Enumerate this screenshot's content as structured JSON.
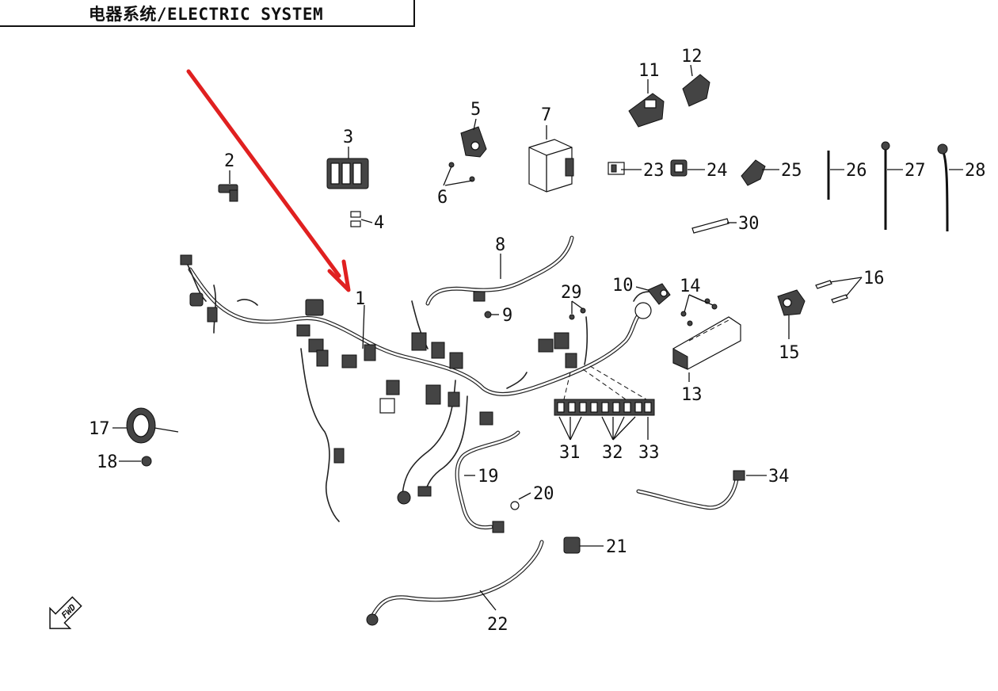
{
  "header": {
    "title": "电器系统/ELECTRIC SYSTEM"
  },
  "callouts": {
    "c1": "1",
    "c2": "2",
    "c3": "3",
    "c4": "4",
    "c5": "5",
    "c6": "6",
    "c7": "7",
    "c8": "8",
    "c9": "9",
    "c10": "10",
    "c11": "11",
    "c12": "12",
    "c13": "13",
    "c14": "14",
    "c15": "15",
    "c16": "16",
    "c17": "17",
    "c18": "18",
    "c19": "19",
    "c20": "20",
    "c21": "21",
    "c22": "22",
    "c23": "23",
    "c24": "24",
    "c25": "25",
    "c26": "26",
    "c27": "27",
    "c28": "28",
    "c29": "29",
    "c30": "30",
    "c31": "31",
    "c32": "32",
    "c33": "33",
    "c34": "34"
  },
  "fwd_badge": {
    "text": "FWD"
  },
  "colors": {
    "arrow": "#e02020",
    "line": "#111111"
  }
}
